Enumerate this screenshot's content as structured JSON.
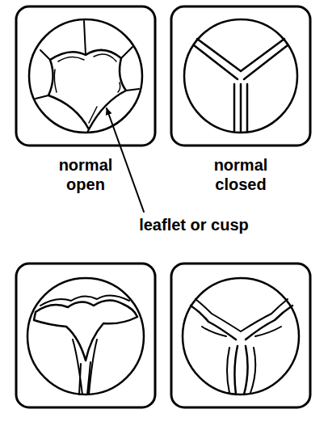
{
  "diagram": {
    "labels": [
      "normal open",
      "normal closed",
      "leaflet or cusp"
    ]
  }
}
